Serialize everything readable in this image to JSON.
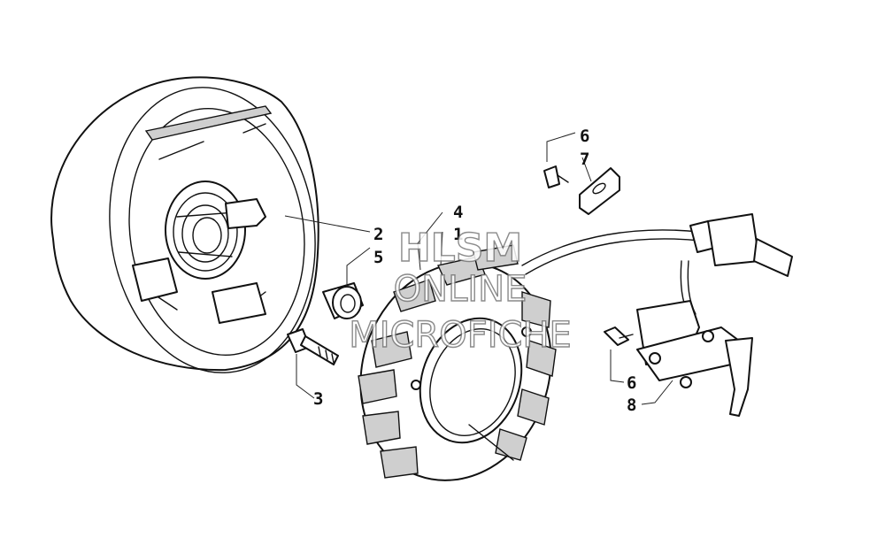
{
  "callouts": {
    "c1": "1",
    "c2": "2",
    "c3": "3",
    "c4": "4",
    "c5": "5",
    "c6_top": "6",
    "c6_bottom": "6",
    "c7": "7",
    "c8": "8"
  },
  "watermark": {
    "line1": "HLSM",
    "line2": "ONLINE",
    "line3": "MICROFICHE"
  }
}
